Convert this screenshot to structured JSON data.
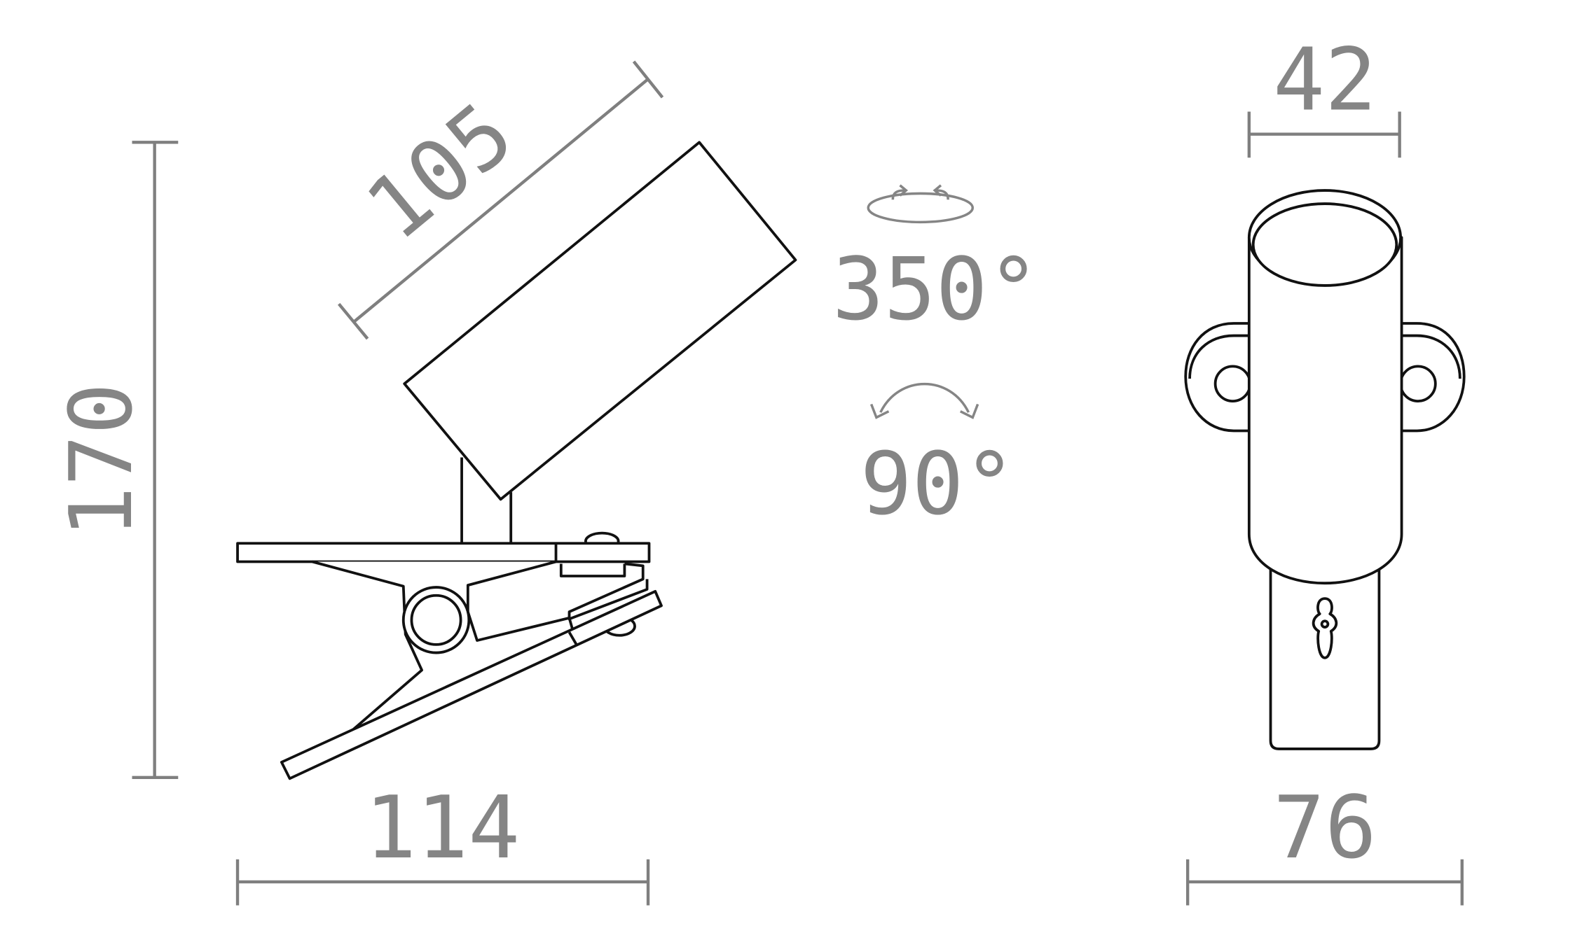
{
  "drawing": {
    "side_view": {
      "height_label": "170",
      "width_label": "114",
      "head_length_label": "105"
    },
    "rotation": {
      "horizontal_label": "350°",
      "horizontal_icon": "rotate-horizontal-icon",
      "tilt_label": "90°",
      "tilt_icon": "tilt-arc-icon"
    },
    "front_view": {
      "head_diameter_label": "42",
      "width_label": "76"
    },
    "colors": {
      "dimension": "#7f7f7f",
      "outline": "#111111"
    }
  }
}
